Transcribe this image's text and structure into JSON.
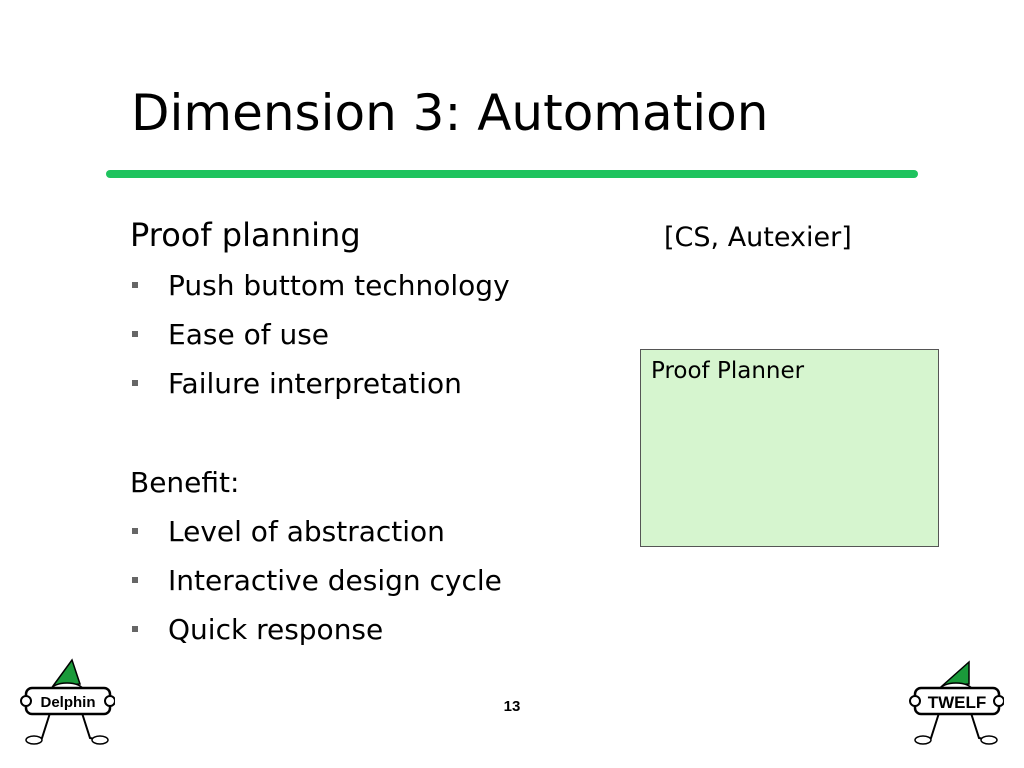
{
  "slide": {
    "title": "Dimension 3: Automation",
    "citation": "[CS, Autexier]",
    "page_number": "13"
  },
  "sections": [
    {
      "heading": "Proof planning",
      "bullets": [
        "Push buttom technology",
        "Ease of use",
        "Failure interpretation"
      ]
    },
    {
      "heading": "Benefit:",
      "bullets": [
        "Level of abstraction",
        "Interactive design cycle",
        "Quick response"
      ]
    }
  ],
  "diagram": {
    "box_label": "Proof Planner",
    "box_color": "#d6f5cf"
  },
  "logos": {
    "left": "Delphin",
    "right": "TWELF"
  },
  "colors": {
    "rule": "#1fc35e",
    "logo_hat": "#1a9a3a"
  }
}
